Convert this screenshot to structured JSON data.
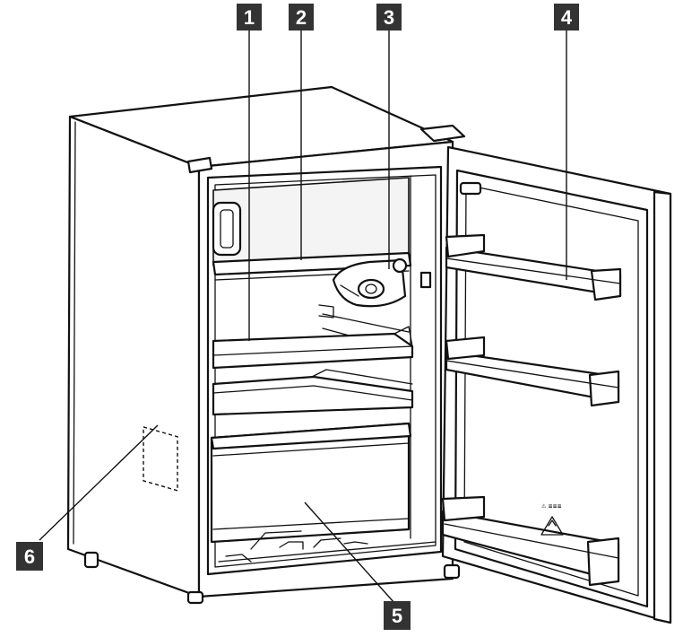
{
  "callouts": [
    {
      "id": "1",
      "label": "1"
    },
    {
      "id": "2",
      "label": "2"
    },
    {
      "id": "3",
      "label": "3"
    },
    {
      "id": "4",
      "label": "4"
    },
    {
      "id": "5",
      "label": "5"
    },
    {
      "id": "6",
      "label": "6"
    }
  ],
  "icons": {
    "recycle": "recycle-icon",
    "rating_label": "rating-label-placeholder"
  },
  "colors": {
    "line": "#111111",
    "callout_background": "#333333",
    "callout_text": "#ffffff"
  }
}
